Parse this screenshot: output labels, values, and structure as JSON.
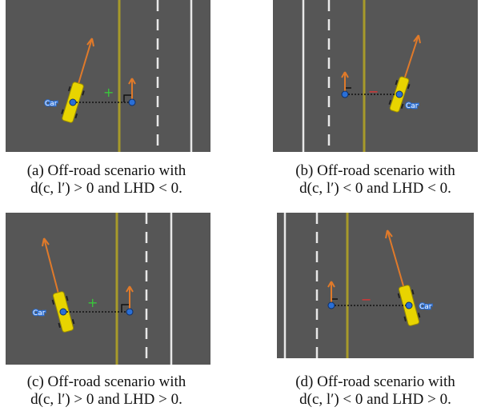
{
  "figure": {
    "panels": [
      {
        "id": "a",
        "car_label": "Car",
        "sign": "+",
        "sign_color": "#39c83a",
        "caption_line1": "(a) Off-road scenario with",
        "caption_line2": "d(c, l′) > 0 and LHD < 0."
      },
      {
        "id": "b",
        "car_label": "Car",
        "sign": "−",
        "sign_color": "#e03434",
        "caption_line1": "(b) Off-road scenario with",
        "caption_line2": "d(c, l′) < 0 and LHD < 0."
      },
      {
        "id": "c",
        "car_label": "Car",
        "sign": "+",
        "sign_color": "#39c83a",
        "caption_line1": "(c) Off-road scenario with",
        "caption_line2": "d(c, l′) > 0 and LHD > 0."
      },
      {
        "id": "d",
        "car_label": "Car",
        "sign": "−",
        "sign_color": "#e03434",
        "caption_line1": "(d) Off-road scenario with",
        "caption_line2": "d(c, l′) < 0 and LHD > 0."
      }
    ],
    "colors": {
      "road": "#565656",
      "centerline": "#a79a2a",
      "lane_marking": "#e8e8e8",
      "car_body": "#e8d400",
      "heading_arrow": "#e07a2a",
      "point": "#2a6fd6",
      "perp_arrow": "#e07a2a"
    }
  }
}
